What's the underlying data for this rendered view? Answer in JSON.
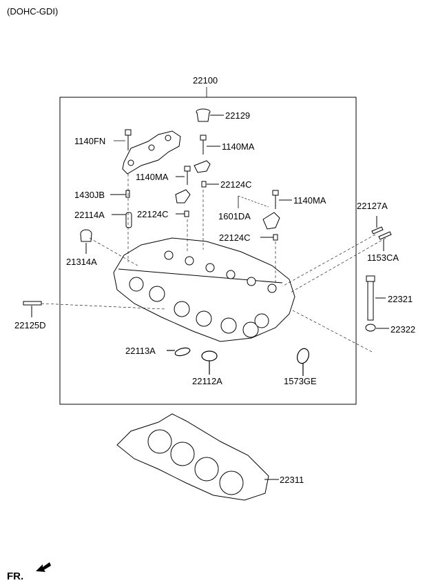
{
  "header": {
    "variant": "(DOHC-GDI)"
  },
  "footer": {
    "direction": "FR."
  },
  "labels": {
    "assembly": "22100",
    "cap_plug": "22129",
    "bolt_1140fn": "1140FN",
    "bolt_1140ma_1": "1140MA",
    "bolt_1140ma_2": "1140MA",
    "bolt_1140ma_3": "1140MA",
    "pin_1430jb": "1430JB",
    "pin_22124c_1": "22124C",
    "pin_22124c_2": "22124C",
    "pin_22124c_3": "22124C",
    "dowel_22114a": "22114A",
    "pin_1601da": "1601DA",
    "stud_22127a": "22127A",
    "plug_21314a": "21314A",
    "stud_1153ca": "1153CA",
    "bolt_22321": "22321",
    "washer_22322": "22322",
    "stud_22125d": "22125D",
    "seal_22113a": "22113A",
    "seal_22112a": "22112A",
    "seal_1573ge": "1573GE",
    "gasket_22311": "22311"
  }
}
